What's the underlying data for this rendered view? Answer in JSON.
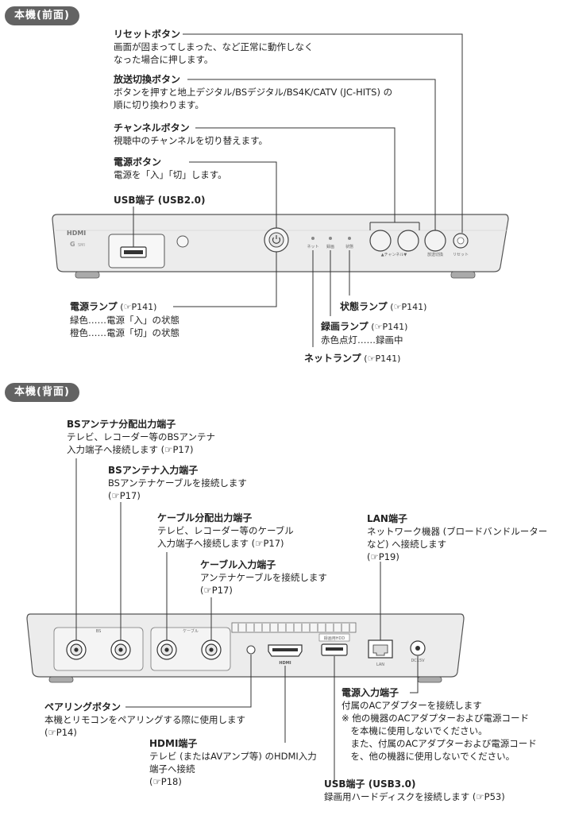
{
  "front": {
    "section": "本機(前面)",
    "reset": {
      "title": "リセットボタン",
      "desc": [
        "画面が固まってしまった、など正常に動作しなく",
        "なった場合に押します。"
      ]
    },
    "switch": {
      "title": "放送切換ボタン",
      "desc": [
        "ボタンを押すと地上デジタル/BSデジタル/BS4K/CATV (JC-HITS) の",
        "順に切り換わります。"
      ]
    },
    "channel": {
      "title": "チャンネルボタン",
      "desc": [
        "視聴中のチャンネルを切り替えます。"
      ]
    },
    "power": {
      "title": "電源ボタン",
      "desc": [
        "電源を「入」「切」します。"
      ]
    },
    "usb": {
      "title": "USB端子 (USB2.0)"
    },
    "power_lamp": {
      "title": "電源ランプ",
      "ref": "(☞P141)",
      "desc": [
        "緑色……電源「入」の状態",
        "橙色……電源「切」の状態"
      ]
    },
    "status_lamp": {
      "title": "状態ランプ",
      "ref": "(☞P141)"
    },
    "rec_lamp": {
      "title": "録画ランプ",
      "ref": "(☞P141)",
      "desc": [
        "赤色点灯……録画中"
      ]
    },
    "net_lamp": {
      "title": "ネットランプ",
      "ref": "(☞P141)"
    },
    "device_labels": {
      "ch": "▲チャンネル▼",
      "switch": "放送切換",
      "reset": "リセット",
      "net": "ネット",
      "rec": "録画",
      "status": "状態"
    }
  },
  "back": {
    "section": "本機(背面)",
    "bs_out": {
      "title": "BSアンテナ分配出力端子",
      "desc": [
        "テレビ、レコーダー等のBSアンテナ",
        "入力端子へ接続します (☞P17)"
      ]
    },
    "bs_in": {
      "title": "BSアンテナ入力端子",
      "desc": [
        "BSアンテナケーブルを接続します",
        "(☞P17)"
      ]
    },
    "cable_out": {
      "title": "ケーブル分配出力端子",
      "desc": [
        "テレビ、レコーダー等のケーブル",
        "入力端子へ接続します (☞P17)"
      ]
    },
    "cable_in": {
      "title": "ケーブル入力端子",
      "desc": [
        "アンテナケーブルを接続します",
        "(☞P17)"
      ]
    },
    "lan": {
      "title": "LAN端子",
      "desc": [
        "ネットワーク機器 (ブロードバンドルーター",
        "など) へ接続します",
        "(☞P19)"
      ]
    },
    "pairing": {
      "title": "ペアリングボタン",
      "desc": [
        "本機とリモコンをペアリングする際に使用します",
        "(☞P14)"
      ]
    },
    "hdmi": {
      "title": "HDMI端子",
      "desc": [
        "テレビ (またはAVアンプ等) のHDMI入力",
        "端子へ接続",
        "(☞P18)"
      ]
    },
    "dc_in": {
      "title": "電源入力端子",
      "desc": [
        "付属のACアダプターを接続します",
        "※ 他の機器のACアダプターおよび電源コード",
        "　を本機に使用しないでください。",
        "　また、付属のACアダプターおよび電源コード",
        "　を、他の機器に使用しないでください。"
      ]
    },
    "usb3": {
      "title": "USB端子 (USB3.0)",
      "desc": [
        "録画用ハードディスクを接続します (☞P53)"
      ]
    },
    "device_labels": {
      "bs": "BS",
      "cable": "ケーブル",
      "rec_hdd": "録画用HDD",
      "lan": "LAN",
      "dc": "DC15V"
    }
  }
}
